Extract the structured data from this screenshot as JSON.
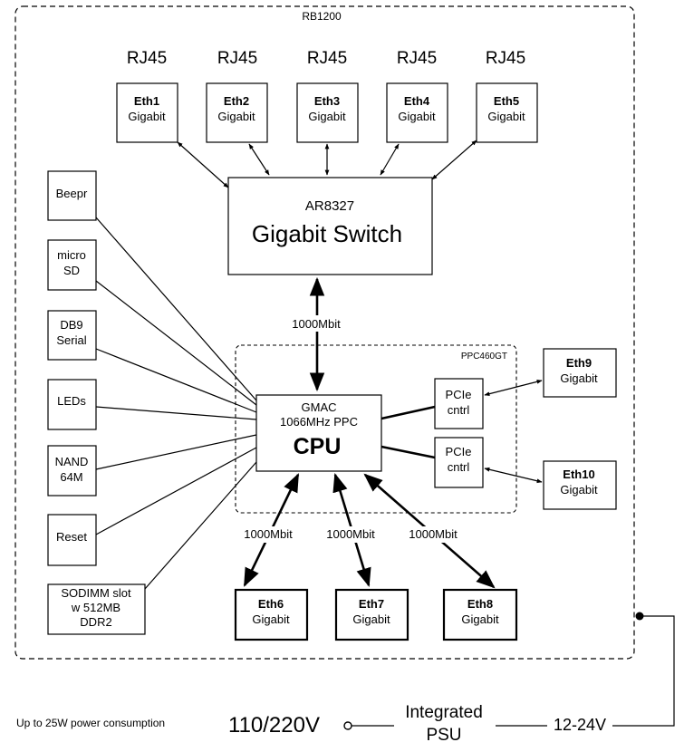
{
  "board": {
    "title": "RB1200",
    "cpu_group_label": "PPC460GT"
  },
  "rj45_label": "RJ45",
  "ports_top": [
    {
      "name": "Eth1",
      "speed": "Gigabit"
    },
    {
      "name": "Eth2",
      "speed": "Gigabit"
    },
    {
      "name": "Eth3",
      "speed": "Gigabit"
    },
    {
      "name": "Eth4",
      "speed": "Gigabit"
    },
    {
      "name": "Eth5",
      "speed": "Gigabit"
    }
  ],
  "switch": {
    "model": "AR8327",
    "label": "Gigabit Switch"
  },
  "peripherals": [
    {
      "line1": "Beepr",
      "line2": ""
    },
    {
      "line1": "micro",
      "line2": "SD"
    },
    {
      "line1": "DB9",
      "line2": "Serial"
    },
    {
      "line1": "LEDs",
      "line2": ""
    },
    {
      "line1": "NAND",
      "line2": "64M"
    },
    {
      "line1": "Reset",
      "line2": ""
    }
  ],
  "sodimm": {
    "line1": "SODIMM slot",
    "line2": "w 512MB",
    "line3": "DDR2"
  },
  "cpu": {
    "line1": "GMAC",
    "line2": "1066MHz PPC",
    "line3": "CPU"
  },
  "pcie": [
    {
      "line1": "PCIe",
      "line2": "cntrl"
    },
    {
      "line1": "PCIe",
      "line2": "cntrl"
    }
  ],
  "ports_right": [
    {
      "name": "Eth9",
      "speed": "Gigabit"
    },
    {
      "name": "Eth10",
      "speed": "Gigabit"
    }
  ],
  "ports_bottom": [
    {
      "name": "Eth6",
      "speed": "Gigabit"
    },
    {
      "name": "Eth7",
      "speed": "Gigabit"
    },
    {
      "name": "Eth8",
      "speed": "Gigabit"
    }
  ],
  "link_labels": {
    "switch_cpu": "1000Mbit",
    "eth6": "1000Mbit",
    "eth7": "1000Mbit",
    "eth8": "1000Mbit"
  },
  "power": {
    "consumption": "Up to 25W power consumption",
    "input": "110/220V",
    "psu_line1": "Integrated",
    "psu_line2": "PSU",
    "output": "12-24V"
  }
}
